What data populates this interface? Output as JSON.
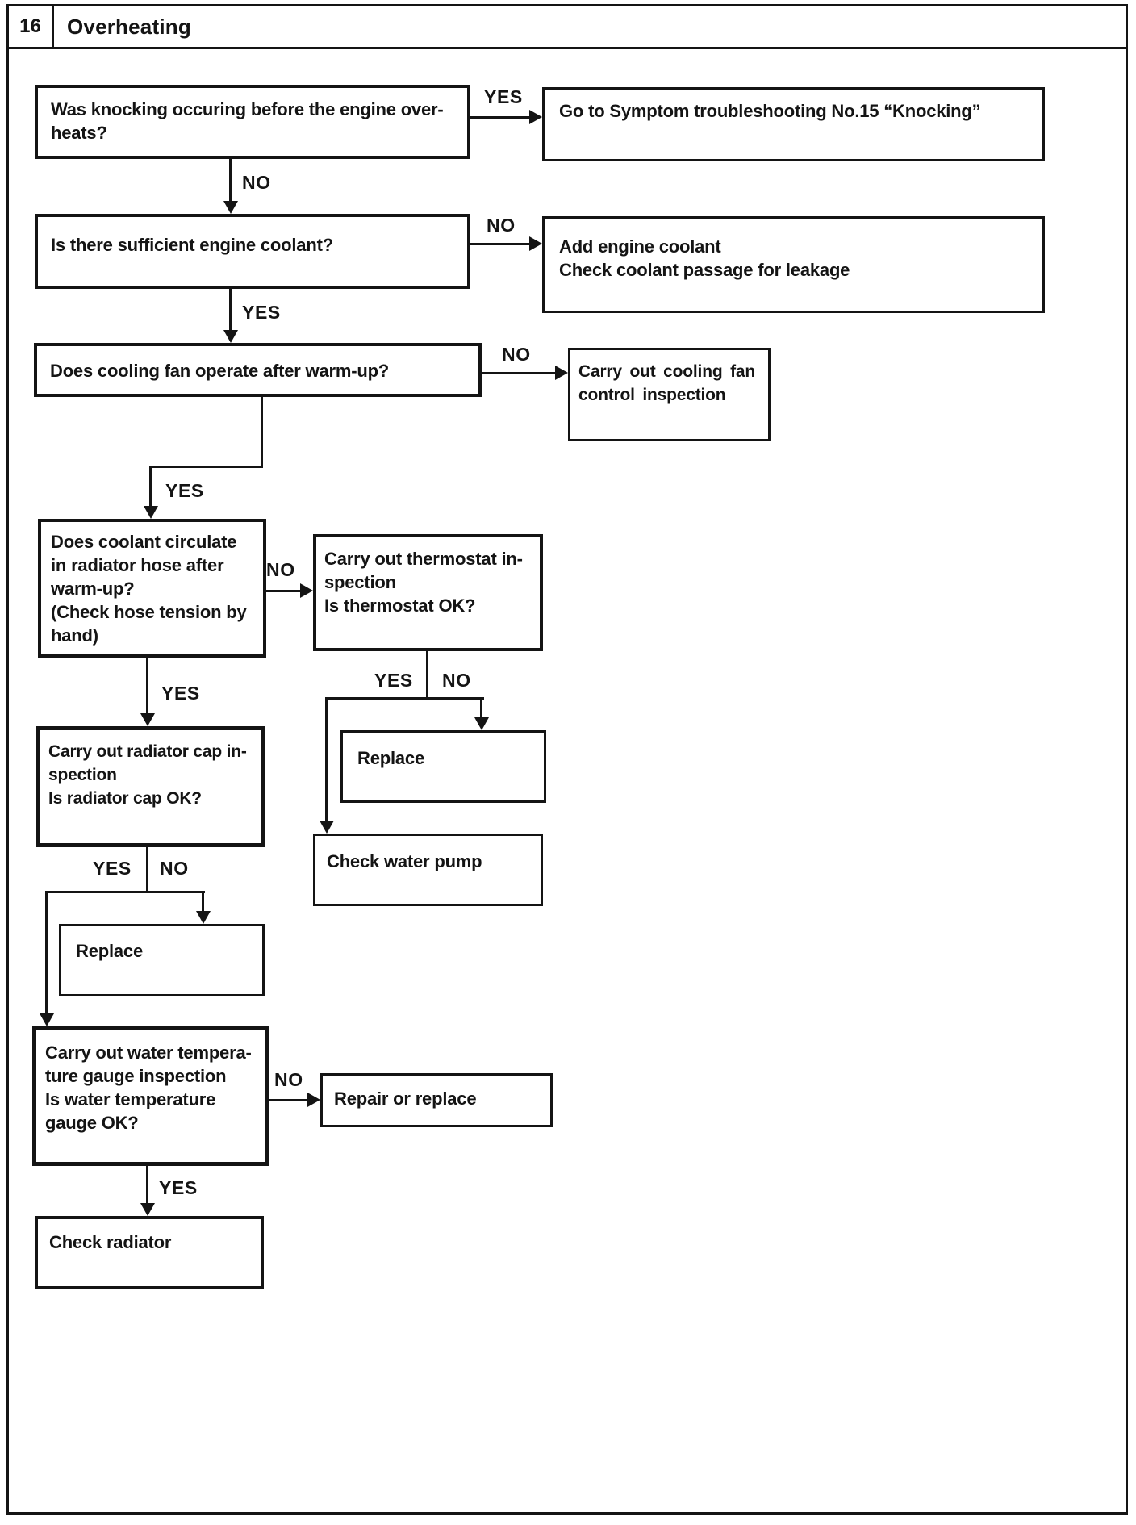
{
  "header": {
    "number": "16",
    "title": "Overheating"
  },
  "nodes": {
    "knocking_question": "Was knocking occuring before the engine over-\nheats?",
    "goto_knocking": "Go to Symptom troubleshooting No.15 “Knocking”",
    "coolant_question": "Is there sufficient engine coolant?",
    "add_coolant": "Add engine coolant\nCheck coolant passage for leakage",
    "fan_question": "Does cooling fan operate after warm-up?",
    "fan_inspection": "Carry out cooling fan\ncontrol inspection",
    "circulate_question": "Does coolant circulate\nin radiator hose after\nwarm-up?\n(Check hose tension by\nhand)",
    "thermostat_inspection": "Carry out thermostat in-\nspection\nIs thermostat OK?",
    "thermostat_replace": "Replace",
    "check_water_pump": "Check water pump",
    "radiator_cap_inspection": "Carry out radiator cap in-\nspection\nIs radiator cap OK?",
    "radiator_cap_replace": "Replace",
    "water_temp_question": "Carry out water tempera-\nture gauge inspection\nIs water temperature\ngauge OK?",
    "repair_or_replace": "Repair or replace",
    "check_radiator": "Check radiator"
  },
  "labels": {
    "knocking_yes": "YES",
    "knocking_no": "NO",
    "coolant_no": "NO",
    "coolant_yes": "YES",
    "fan_no": "NO",
    "fan_yes": "YES",
    "circulate_no": "NO",
    "circulate_yes": "YES",
    "thermostat_yes": "YES",
    "thermostat_no": "NO",
    "cap_yes": "YES",
    "cap_no": "NO",
    "gauge_no": "NO",
    "gauge_yes": "YES"
  }
}
